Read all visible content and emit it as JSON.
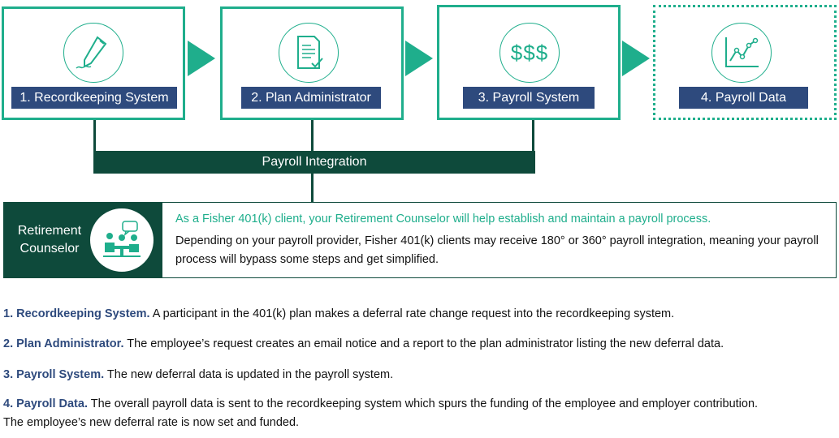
{
  "flow": {
    "steps": [
      {
        "label": "1. Recordkeeping System",
        "icon": "pen-signature-icon"
      },
      {
        "label": "2. Plan Administrator",
        "icon": "document-check-icon"
      },
      {
        "label": "3. Payroll System",
        "icon": "dollar-signs-icon",
        "icon_text": "$$$"
      },
      {
        "label": "4. Payroll Data",
        "icon": "line-chart-icon"
      }
    ],
    "integration_label": "Payroll Integration"
  },
  "counselor": {
    "title": "Retirement Counselor",
    "icon": "meeting-people-icon",
    "highlight": "As a Fisher 401(k) client, your Retirement Counselor will help establish and maintain a payroll process.",
    "body": "Depending on your payroll provider, Fisher 401(k) clients may receive 180° or 360° payroll integration, meaning your payroll process will bypass some steps and get simplified."
  },
  "descriptions": [
    {
      "num": "1.",
      "name": "Recordkeeping System.",
      "text": " A participant in the 401(k) plan makes a deferral rate change request into the recordkeeping system."
    },
    {
      "num": "2.",
      "name": "Plan Administrator.",
      "text": " The employee’s request creates an email notice and a report to the plan administrator listing the new deferral data."
    },
    {
      "num": "3.",
      "name": "Payroll System.",
      "text": " The new deferral data is updated in the payroll system."
    },
    {
      "num": "4.",
      "name": "Payroll Data.",
      "text": " The overall payroll data is sent to the recordkeeping system which spurs the funding of the employee and employer contribution. The employee’s new deferral rate is now set and funded."
    }
  ],
  "colors": {
    "teal": "#1fae8c",
    "navy": "#2e4a7d",
    "dark_green": "#0e4a3b"
  }
}
